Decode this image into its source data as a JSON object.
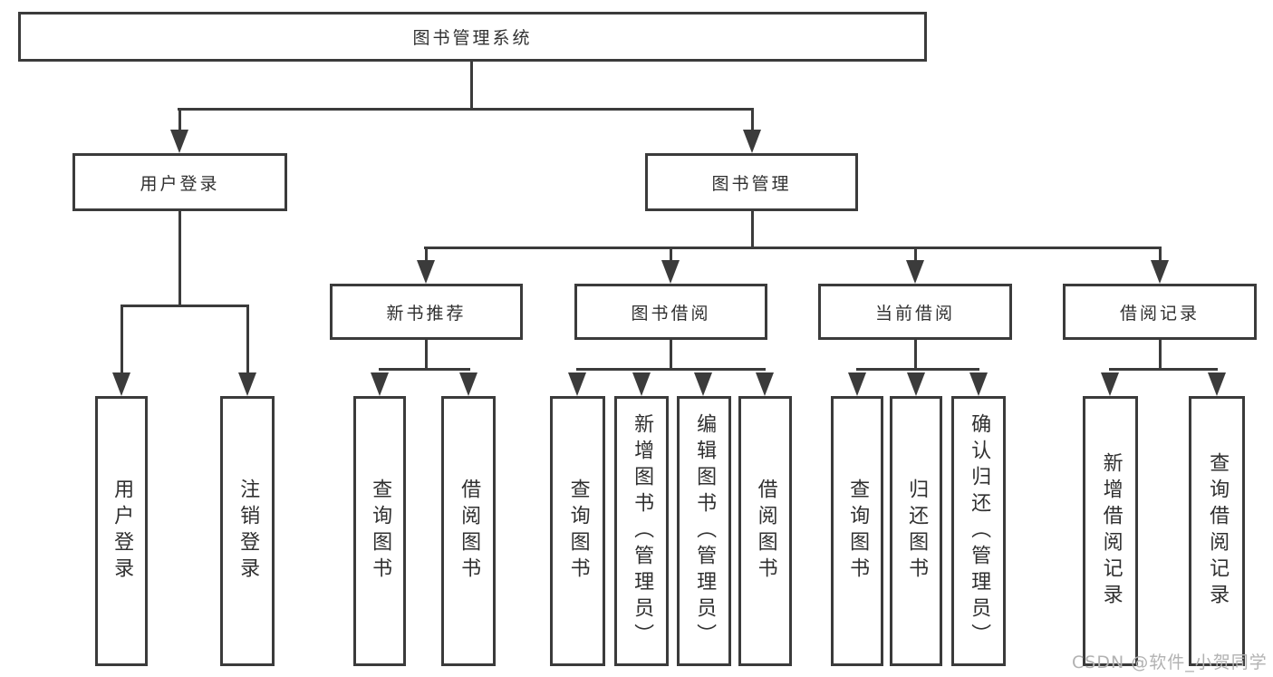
{
  "diagram": {
    "root_label": "图书管理系统",
    "branches": [
      {
        "label": "用户登录",
        "leaves": [
          "用户登录",
          "注销登录"
        ]
      },
      {
        "label": "图书管理",
        "groups": [
          {
            "label": "新书推荐",
            "leaves": [
              "查询图书",
              "借阅图书"
            ]
          },
          {
            "label": "图书借阅",
            "leaves": [
              "查询图书",
              "新增图书（管理员）",
              "编辑图书（管理员）",
              "借阅图书"
            ]
          },
          {
            "label": "当前借阅",
            "leaves": [
              "查询图书",
              "归还图书",
              "确认归还（管理员）"
            ]
          },
          {
            "label": "借阅记录",
            "leaves": [
              "新增借阅记录",
              "查询借阅记录"
            ]
          }
        ]
      }
    ]
  },
  "watermark": {
    "text": "CSDN @软件_小贺同学"
  },
  "colors": {
    "stroke": "#3b3b3b",
    "text": "#303030",
    "watermark": "#b2b2b2",
    "background": "#ffffff"
  }
}
